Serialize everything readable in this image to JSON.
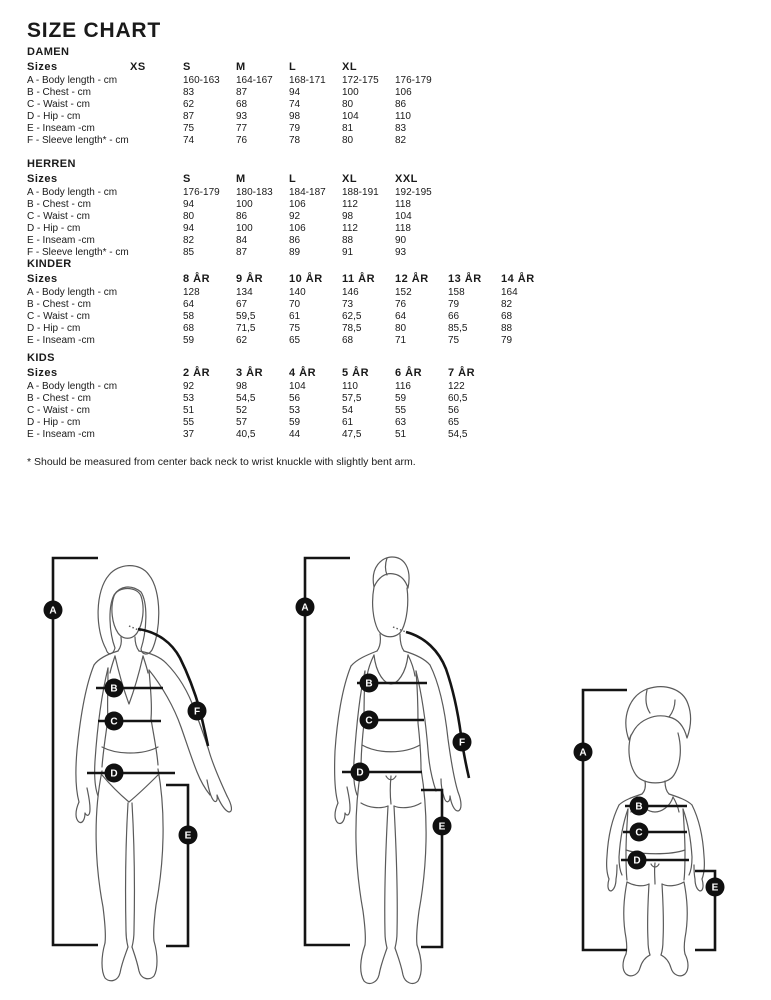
{
  "page": {
    "title": "SIZE CHART",
    "footnote": "* Should be measured from center back neck to wrist knuckle with slightly bent arm."
  },
  "tables": [
    {
      "id": "damen",
      "heading": "DAMEN",
      "sizes_label": "Sizes",
      "columns": [
        "XS",
        "S",
        "M",
        "L",
        "XL",
        "",
        "",
        ""
      ],
      "rows": [
        {
          "label": "A - Body length - cm",
          "values": [
            "",
            "160-163",
            "164-167",
            "168-171",
            "172-175",
            "176-179",
            "",
            ""
          ]
        },
        {
          "label": "B - Chest - cm",
          "values": [
            "",
            "83",
            "87",
            "94",
            "100",
            "106",
            "",
            ""
          ]
        },
        {
          "label": "C - Waist - cm",
          "values": [
            "",
            "62",
            "68",
            "74",
            "80",
            "86",
            "",
            ""
          ]
        },
        {
          "label": "D - Hip - cm",
          "values": [
            "",
            "87",
            "93",
            "98",
            "104",
            "110",
            "",
            ""
          ]
        },
        {
          "label": "E - Inseam -cm",
          "values": [
            "",
            "75",
            "77",
            "79",
            "81",
            "83",
            "",
            ""
          ]
        },
        {
          "label": "F - Sleeve length* - cm",
          "values": [
            "",
            "74",
            "76",
            "78",
            "80",
            "82",
            "",
            ""
          ]
        }
      ]
    },
    {
      "id": "herren",
      "heading": "HERREN",
      "sizes_label": "Sizes",
      "columns": [
        "",
        "S",
        "M",
        "L",
        "XL",
        "XXL",
        "",
        ""
      ],
      "rows": [
        {
          "label": "A - Body length - cm",
          "values": [
            "",
            "176-179",
            "180-183",
            "184-187",
            "188-191",
            "192-195",
            "",
            ""
          ]
        },
        {
          "label": "B - Chest - cm",
          "values": [
            "",
            "94",
            "100",
            "106",
            "112",
            "118",
            "",
            ""
          ]
        },
        {
          "label": "C - Waist - cm",
          "values": [
            "",
            "80",
            "86",
            "92",
            "98",
            "104",
            "",
            ""
          ]
        },
        {
          "label": "D - Hip - cm",
          "values": [
            "",
            "94",
            "100",
            "106",
            "112",
            "118",
            "",
            ""
          ]
        },
        {
          "label": "E - Inseam -cm",
          "values": [
            "",
            "82",
            "84",
            "86",
            "88",
            "90",
            "",
            ""
          ]
        },
        {
          "label": "F - Sleeve length* - cm",
          "values": [
            "",
            "85",
            "87",
            "89",
            "91",
            "93",
            "",
            ""
          ]
        }
      ]
    },
    {
      "id": "kinder",
      "heading": "KINDER",
      "sizes_label": "Sizes",
      "columns": [
        "",
        "8 ÅR",
        "9 ÅR",
        "10 ÅR",
        "11 ÅR",
        "12 ÅR",
        "13 ÅR",
        "14 ÅR"
      ],
      "rows": [
        {
          "label": "A - Body length - cm",
          "values": [
            "",
            "128",
            "134",
            "140",
            "146",
            "152",
            "158",
            "164"
          ]
        },
        {
          "label": "B - Chest - cm",
          "values": [
            "",
            "64",
            "67",
            "70",
            "73",
            "76",
            "79",
            "82"
          ]
        },
        {
          "label": "C - Waist - cm",
          "values": [
            "",
            "58",
            "59,5",
            "61",
            "62,5",
            "64",
            "66",
            "68"
          ]
        },
        {
          "label": "D - Hip - cm",
          "values": [
            "",
            "68",
            "71,5",
            "75",
            "78,5",
            "80",
            "85,5",
            "88"
          ]
        },
        {
          "label": "E - Inseam -cm",
          "values": [
            "",
            "59",
            "62",
            "65",
            "68",
            "71",
            "75",
            "79"
          ]
        }
      ]
    },
    {
      "id": "kids",
      "heading": "KIDS",
      "sizes_label": "Sizes",
      "columns": [
        "",
        "2 ÅR",
        "3 ÅR",
        "4 ÅR",
        "5 ÅR",
        "6 ÅR",
        "7 ÅR",
        ""
      ],
      "rows": [
        {
          "label": "A - Body length - cm",
          "values": [
            "",
            "92",
            "98",
            "104",
            "110",
            "116",
            "122",
            ""
          ]
        },
        {
          "label": "B - Chest - cm",
          "values": [
            "",
            "53",
            "54,5",
            "56",
            "57,5",
            "59",
            "60,5",
            ""
          ]
        },
        {
          "label": "C - Waist - cm",
          "values": [
            "",
            "51",
            "52",
            "53",
            "54",
            "55",
            "56",
            ""
          ]
        },
        {
          "label": "D - Hip - cm",
          "values": [
            "",
            "55",
            "57",
            "59",
            "61",
            "63",
            "65",
            ""
          ]
        },
        {
          "label": "E - Inseam -cm",
          "values": [
            "",
            "37",
            "40,5",
            "44",
            "47,5",
            "51",
            "54,5",
            ""
          ]
        }
      ]
    }
  ],
  "figures": {
    "woman": {
      "markers": [
        "A",
        "B",
        "C",
        "D",
        "E",
        "F"
      ]
    },
    "man": {
      "markers": [
        "A",
        "B",
        "C",
        "D",
        "E",
        "F"
      ]
    },
    "child": {
      "markers": [
        "A",
        "B",
        "C",
        "D",
        "E"
      ]
    }
  },
  "colors": {
    "text": "#1a1a1a",
    "body_outline": "#5a5a5a",
    "measurement_line": "#141414",
    "badge_fill": "#101010",
    "badge_text": "#ffffff"
  }
}
